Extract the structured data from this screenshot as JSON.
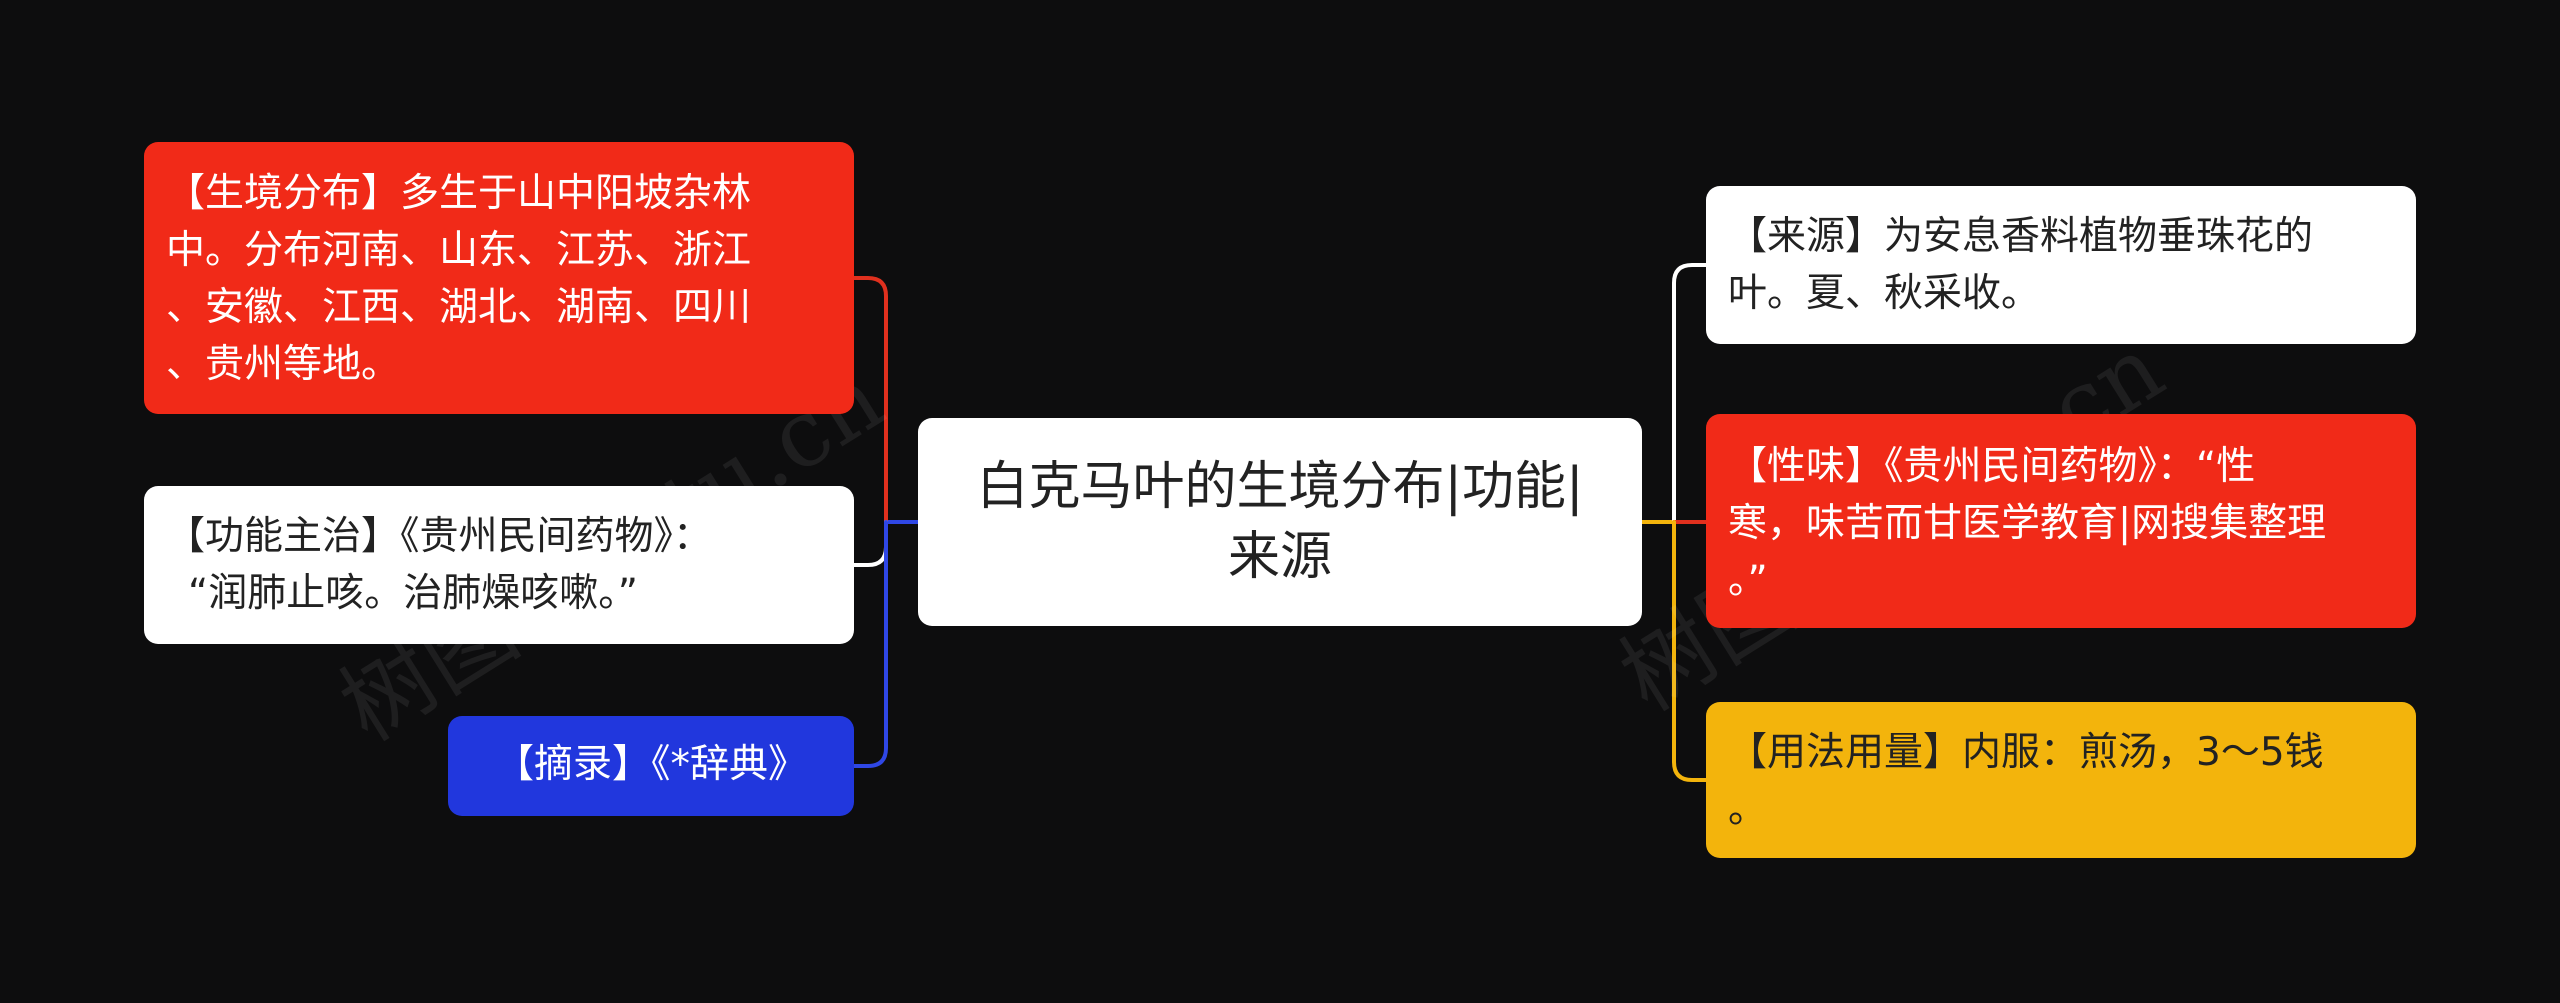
{
  "colors": {
    "background": "#0d0d0e",
    "center_fill": "#ffffff",
    "red": "#f12a18",
    "white": "#ffffff",
    "blue": "#2137dd",
    "yellow": "#f3b40c",
    "connector_red": "#e0301e",
    "connector_white": "#ffffff",
    "connector_blue": "#2f47e6",
    "connector_yellow": "#f3b40c"
  },
  "center": {
    "lines": [
      "白克马叶的生境分布|功能|",
      "来源"
    ]
  },
  "left_nodes": [
    {
      "id": "habitat",
      "color": "#f12a18",
      "lines": [
        "【生境分布】多生于山中阳坡杂林",
        "中。分布河南、山东、江苏、浙江",
        "、安徽、江西、湖北、湖南、四川",
        "、贵州等地。"
      ]
    },
    {
      "id": "function",
      "color": "#ffffff",
      "lines": [
        "【功能主治】《贵州民间药物》：",
        "“润肺止咳。治肺燥咳嗽。”"
      ]
    },
    {
      "id": "excerpt",
      "color": "#2137dd",
      "lines": [
        "【摘录】《*辞典》"
      ]
    }
  ],
  "right_nodes": [
    {
      "id": "source",
      "color": "#ffffff",
      "lines": [
        "【来源】为安息香料植物垂珠花的",
        "叶。夏、秋采收。"
      ]
    },
    {
      "id": "nature",
      "color": "#f12a18",
      "lines": [
        "【性味】《贵州民间药物》：“性",
        "寒，味苦而甘医学教育|网搜集整理",
        "。”"
      ]
    },
    {
      "id": "usage",
      "color": "#f3b40c",
      "lines": [
        "【用法用量】内服：煎汤，3～5钱",
        "。"
      ]
    }
  ],
  "watermark": [
    "树图 shutu.cn",
    "树图 shutu.cn"
  ]
}
